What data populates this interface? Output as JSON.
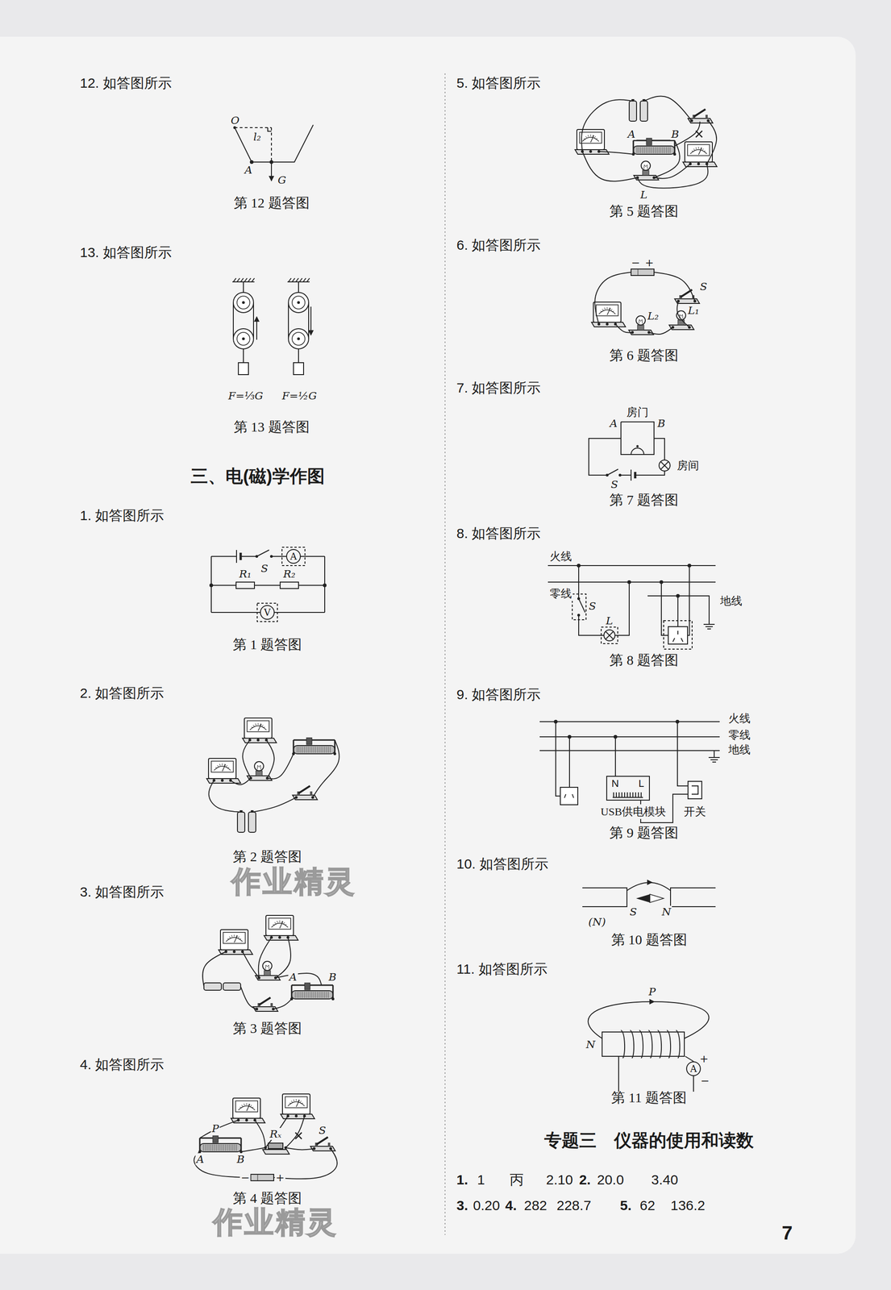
{
  "diagram": {
    "nodes": [
      {
        "text": [
          "A"
        ]
      },
      {
        "text": [
          "V"
        ]
      },
      {
        "text": [
          "N",
          "L"
        ]
      },
      {
        "text": [
          "A"
        ]
      }
    ],
    "labels": [
      "12. 如答图所示",
      "O",
      "l₂",
      "A",
      "G",
      "第 12 题答图",
      "13. 如答图所示",
      "F=⅓G",
      "F=½G",
      "第 13 题答图",
      "三、电(磁)学作图",
      "1. 如答图所示",
      "S",
      "R₁",
      "R₂",
      "第 1 题答图",
      "2. 如答图所示",
      "第 2 题答图",
      "作业精灵",
      "3. 如答图所示",
      "A",
      "B",
      "第 3 题答图",
      "4. 如答图所示",
      "P",
      "A",
      "B",
      "Rₓ",
      "S",
      "−",
      "+",
      "第 4 题答图",
      "作业精灵",
      "5. 如答图所示",
      "A",
      "B",
      "L",
      "第 5 题答图",
      "6. 如答图所示",
      "−",
      "+",
      "S",
      "L₂",
      "L₁",
      "第 6 题答图",
      "7. 如答图所示",
      "房门",
      "A",
      "B",
      "房间",
      "S",
      "第 7 题答图",
      "8. 如答图所示",
      "火线",
      "零线",
      "S",
      "L",
      "地线",
      "第 8 题答图",
      "9. 如答图所示",
      "火线",
      "零线",
      "地线",
      "USB供电模块",
      "开关",
      "第 9 题答图",
      "10. 如答图所示",
      "(N)",
      "S",
      "N",
      "第 10 题答图",
      "11. 如答图所示",
      "P",
      "N",
      "+",
      "−",
      "第 11 题答图",
      "专题三　仪器的使用和读数",
      "1.",
      "1",
      "丙",
      "2.10",
      "2.",
      "20.0",
      "3.40",
      "3.",
      "0.20",
      "4.",
      "282",
      "228.7",
      "5.",
      "62",
      "136.2",
      "7"
    ]
  }
}
